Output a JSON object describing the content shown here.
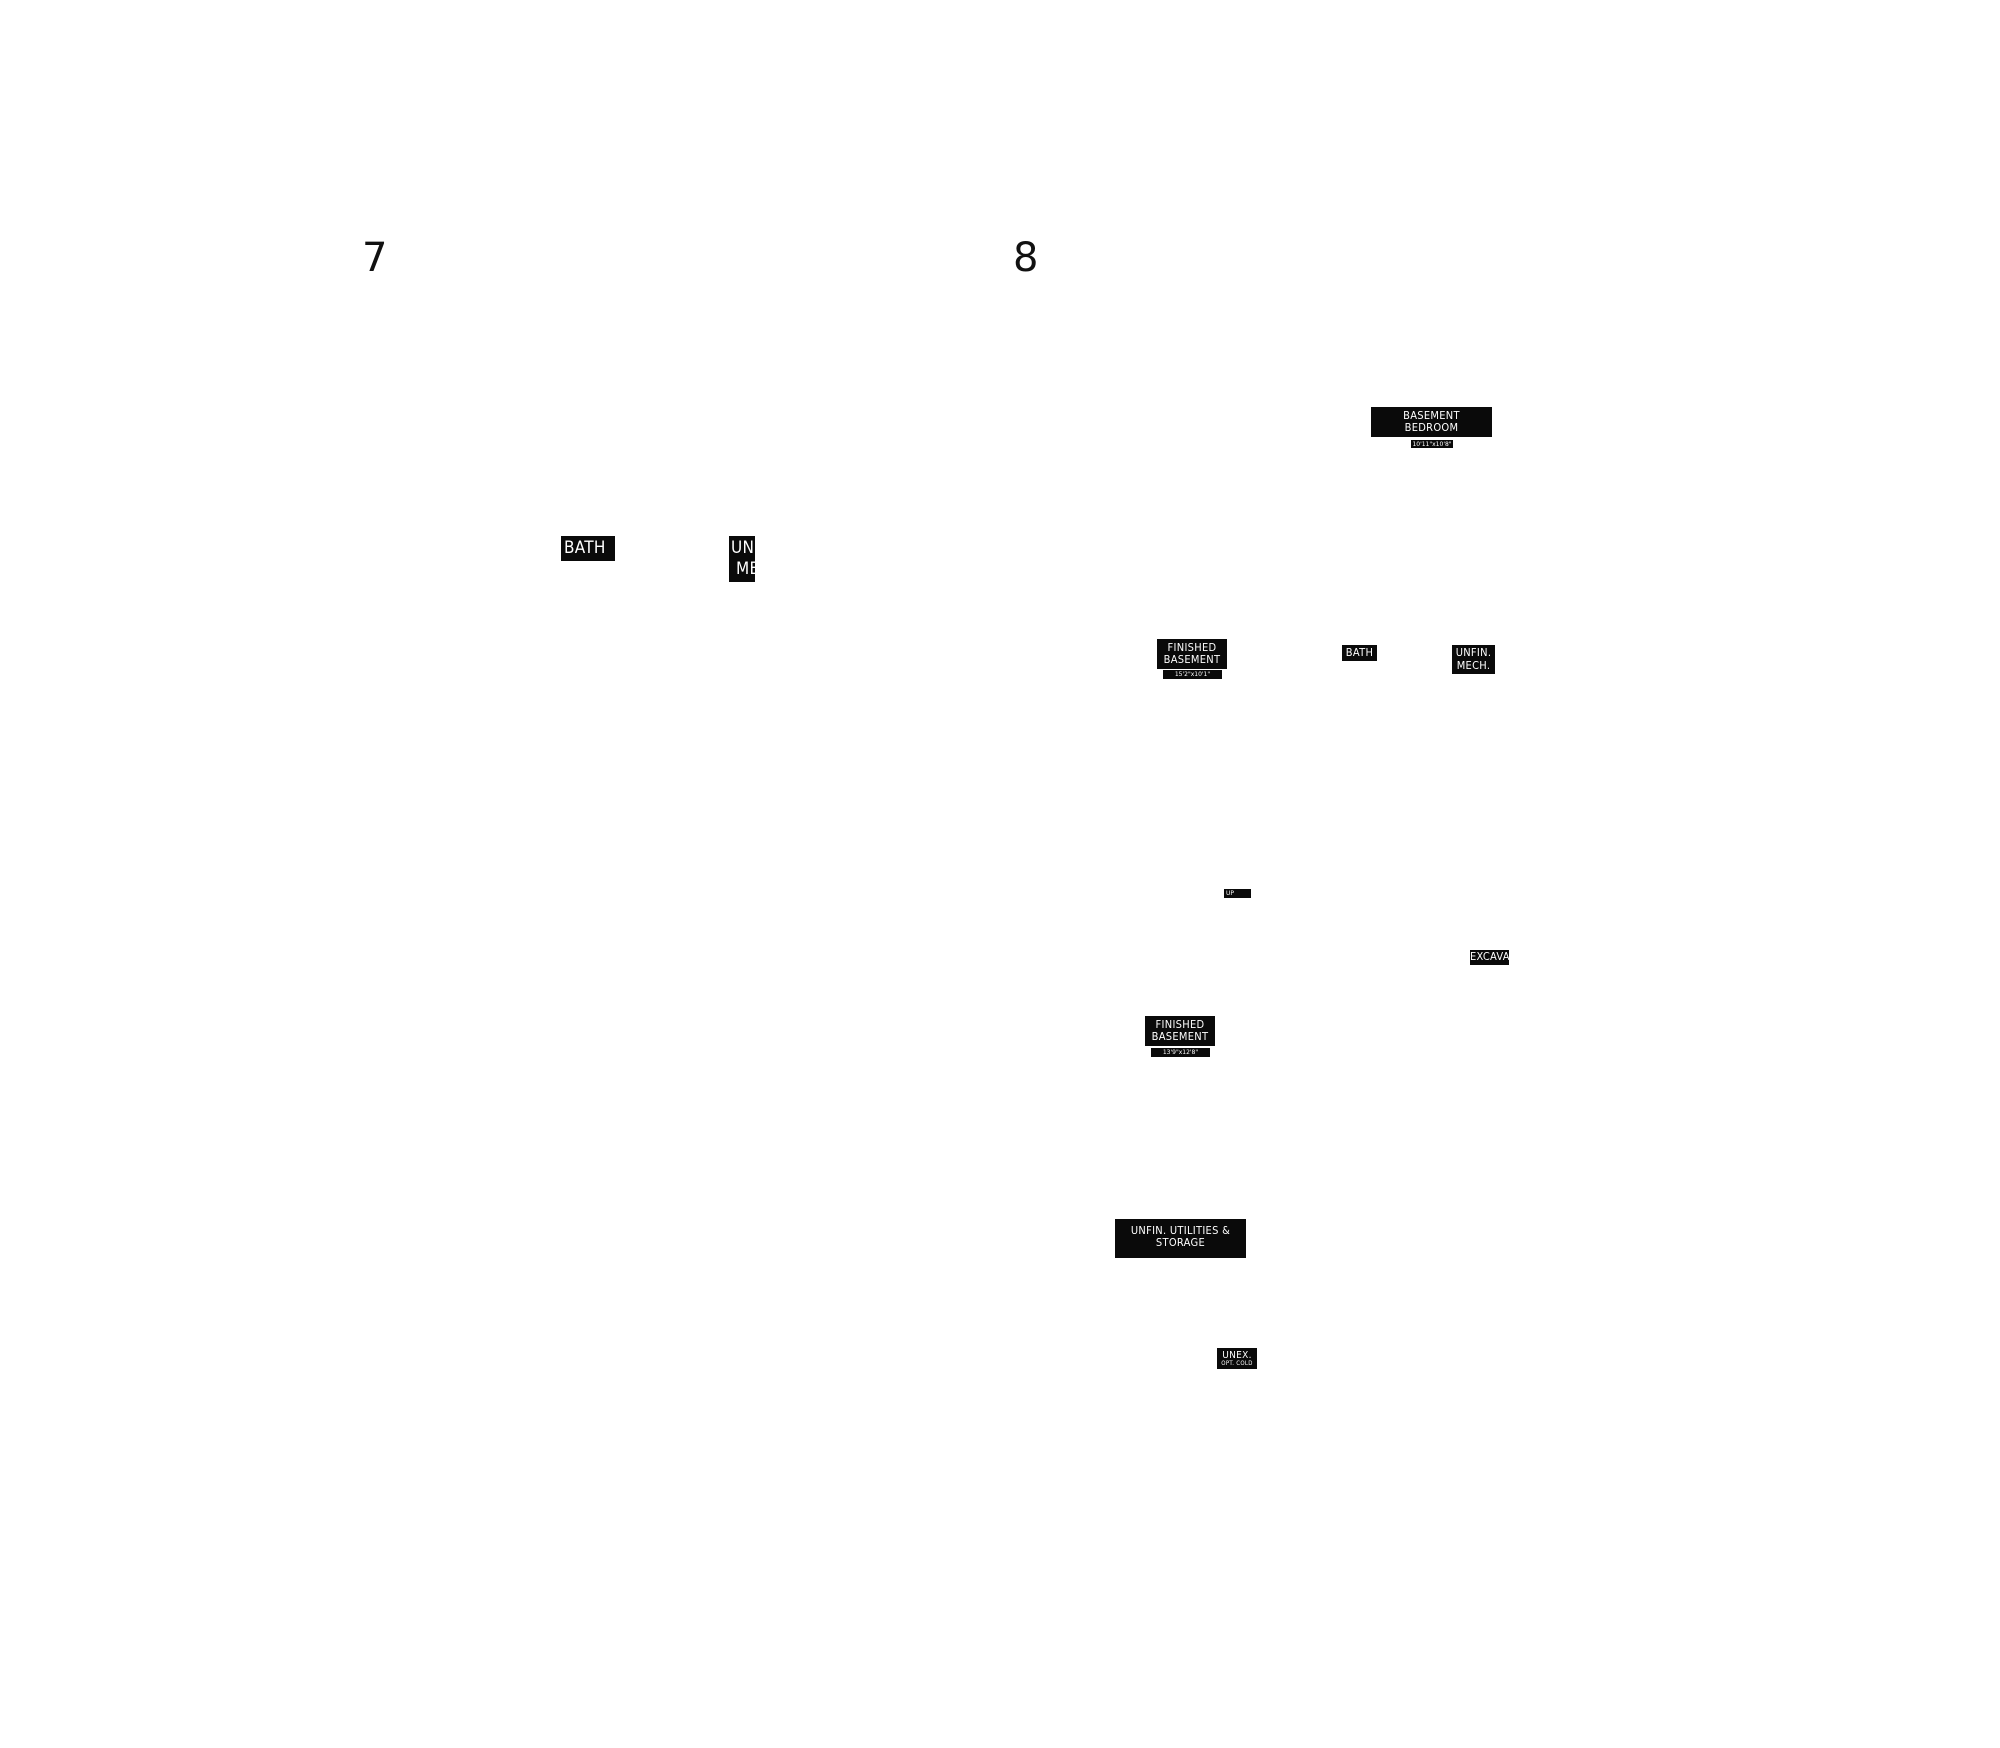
{
  "pages": [
    {
      "number": "7"
    },
    {
      "number": "8"
    }
  ],
  "page7": {
    "bath": {
      "name": "BATH"
    },
    "unfin_mech": {
      "line1": "UN",
      "line2": "ME"
    }
  },
  "page8": {
    "basement_bedroom": {
      "line1": "BASEMENT",
      "line2": "BEDROOM",
      "dims": "10'11\"x10'8\""
    },
    "finished_basement_1": {
      "line1": "FINISHED",
      "line2": "BASEMENT",
      "dims": "15'2\"x10'1\""
    },
    "bath": {
      "name": "BATH"
    },
    "unfin_mech": {
      "line1": "UNFIN.",
      "line2": "MECH."
    },
    "up": {
      "text": "UP"
    },
    "excavation": {
      "text": "EXCAVA"
    },
    "finished_basement_2": {
      "line1": "FINISHED",
      "line2": "BASEMENT",
      "dims": "13'9\"x12'8\""
    },
    "utilities_storage": {
      "line1": "UNFIN. UTILITIES &",
      "line2": "STORAGE"
    },
    "unex": {
      "line1": "UNEX.",
      "line2": "OPT. COLD"
    }
  }
}
